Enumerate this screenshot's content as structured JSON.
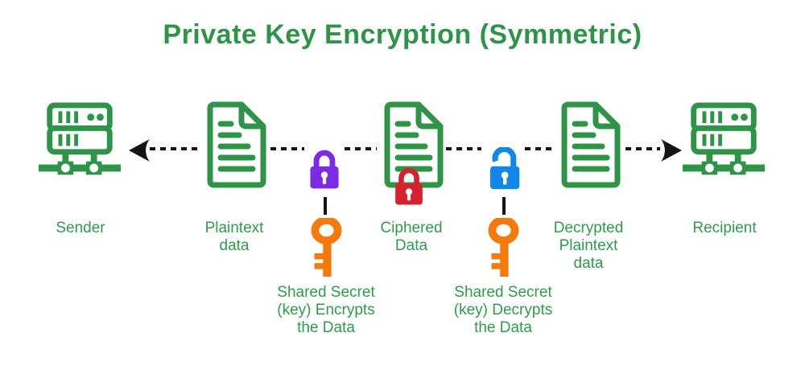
{
  "title": "Private Key Encryption (Symmetric)",
  "colors": {
    "green": "#2E9447",
    "label": "#2F9B4D",
    "purple": "#7D2AE8",
    "red": "#D6222E",
    "blue": "#1187E8",
    "orange": "#F5790B",
    "line": "#141414",
    "bg": "#FFFFFF"
  },
  "entities": {
    "sender": {
      "icon": "server-icon",
      "lines": [
        "Sender"
      ]
    },
    "plaintext": {
      "icon": "document-icon",
      "lines": [
        "Plaintext",
        "data"
      ]
    },
    "encrypt_key": {
      "icon": "padlock-locked-icon, key-icon",
      "lines": [
        "Shared Secret",
        "(key) Encrypts",
        "the Data"
      ]
    },
    "ciphered": {
      "icon": "document-icon, padlock-locked-icon",
      "lines": [
        "Ciphered",
        "Data"
      ]
    },
    "decrypt_key": {
      "icon": "padlock-unlocked-icon, key-icon",
      "lines": [
        "Shared Secret",
        "(key) Decrypts",
        "the Data"
      ]
    },
    "decrypted": {
      "icon": "document-icon",
      "lines": [
        "Decrypted",
        "Plaintext",
        "data"
      ]
    },
    "recipient": {
      "icon": "server-icon",
      "lines": [
        "Recipient"
      ]
    }
  },
  "flow": {
    "left_arrow": "points-left-to-sender",
    "right_arrow": "points-right-to-recipient"
  }
}
